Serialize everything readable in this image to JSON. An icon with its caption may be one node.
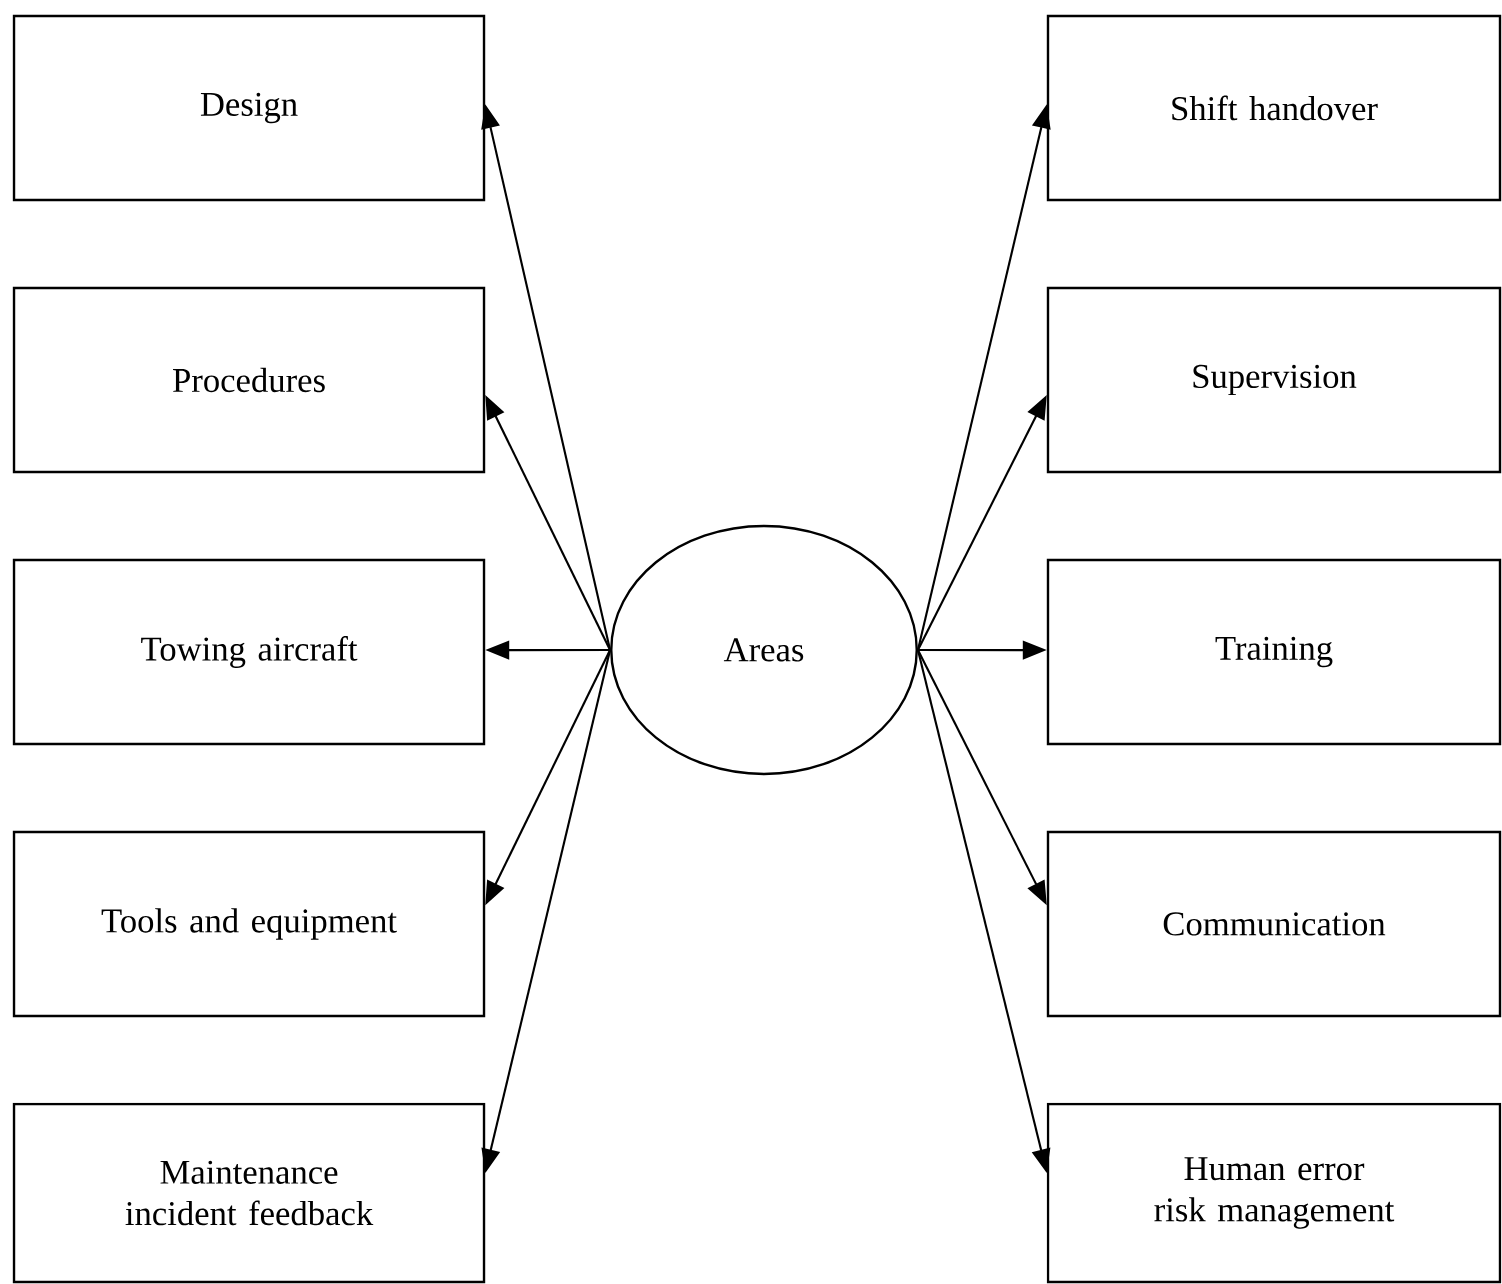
{
  "diagram": {
    "nodes": [
      {
        "text": [
          "Design"
        ]
      },
      {
        "text": [
          "Shift handover"
        ]
      },
      {
        "text": [
          "Procedures"
        ]
      },
      {
        "text": [
          "Supervision"
        ]
      },
      {
        "text": [
          "Towing aircraft"
        ]
      },
      {
        "text": [
          "Areas"
        ]
      },
      {
        "text": [
          "Training"
        ]
      },
      {
        "text": [
          "Tools and equipment"
        ]
      },
      {
        "text": [
          "Communication"
        ]
      },
      {
        "text": [
          "Maintenance incident feedback"
        ]
      },
      {
        "text": [
          "Human error risk management"
        ]
      }
    ],
    "edges": [
      {
        "from": 5,
        "to": 0,
        "arrow": "to"
      },
      {
        "from": 5,
        "to": 2,
        "arrow": "to"
      },
      {
        "from": 5,
        "to": 4,
        "arrow": "to"
      },
      {
        "from": 5,
        "to": 7,
        "arrow": "to"
      },
      {
        "from": 5,
        "to": 9,
        "arrow": "to"
      },
      {
        "from": 5,
        "to": 1,
        "arrow": "to"
      },
      {
        "from": 5,
        "to": 3,
        "arrow": "to"
      },
      {
        "from": 5,
        "to": 6,
        "arrow": "to"
      },
      {
        "from": 5,
        "to": 8,
        "arrow": "to"
      },
      {
        "from": 5,
        "to": 10,
        "arrow": "to"
      }
    ]
  }
}
